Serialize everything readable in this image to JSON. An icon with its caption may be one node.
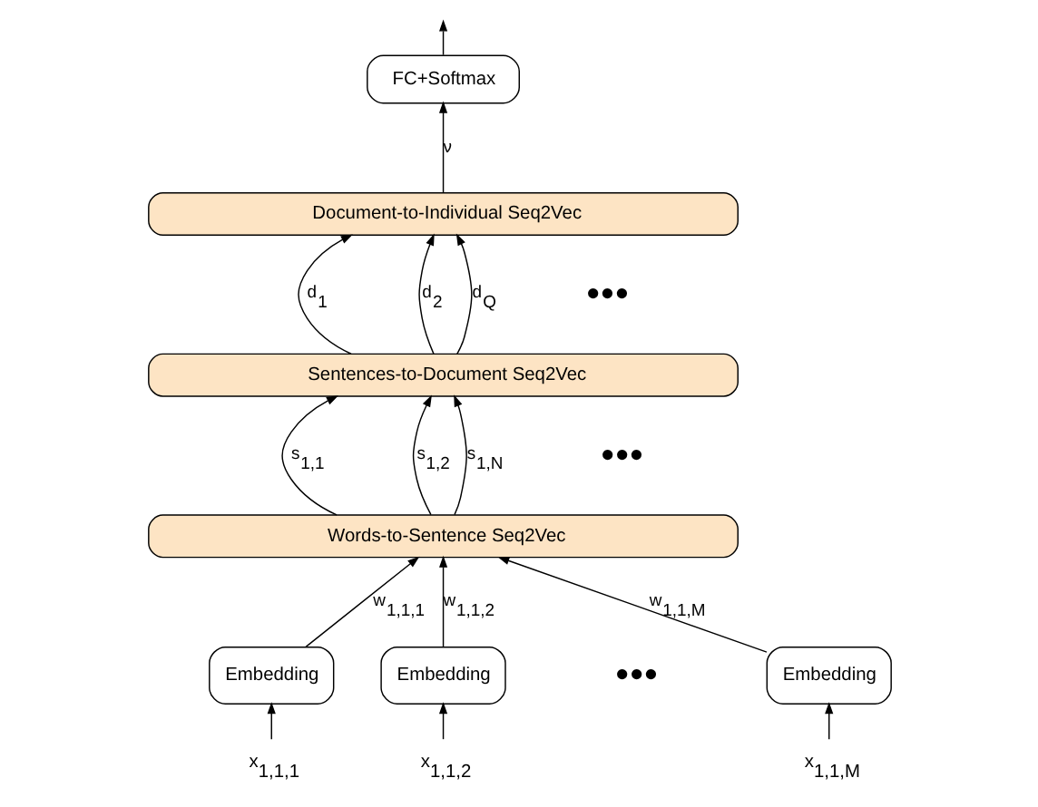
{
  "diagram": {
    "nodes": [
      {
        "text": [
          "FC+Softmax"
        ]
      },
      {
        "text": [
          "Document-to-Individual Seq2Vec"
        ]
      },
      {
        "text": [
          "Sentences-to-Document Seq2Vec"
        ]
      },
      {
        "text": [
          "Words-to-Sentence Seq2Vec"
        ]
      },
      {
        "text": [
          "Embedding"
        ]
      },
      {
        "text": [
          "Embedding"
        ]
      },
      {
        "text": [
          "Embedding"
        ]
      },
      {
        "text": [
          "x$_{1,1,1}$"
        ]
      },
      {
        "text": [
          "x$_{1,1,2}$"
        ]
      },
      {
        "text": [
          "x$_{1,1,M}$"
        ]
      }
    ],
    "edges": [
      {
        "from": 7,
        "to": 4,
        "arrow": "to"
      },
      {
        "from": 8,
        "to": 5,
        "arrow": "to"
      },
      {
        "from": 9,
        "to": 6,
        "arrow": "to"
      },
      {
        "from": 4,
        "to": 3,
        "arrow": "to",
        "label": "w$_{1,1,1}$"
      },
      {
        "from": 5,
        "to": 3,
        "arrow": "to",
        "label": "w$_{1,1,2}$"
      },
      {
        "from": 6,
        "to": 3,
        "arrow": "to",
        "label": "w$_{1,1,M}$"
      },
      {
        "from": 3,
        "to": 2,
        "arrow": "to",
        "label": "s$_{1,1}$"
      },
      {
        "from": 3,
        "to": 2,
        "arrow": "to",
        "label": "s$_{1,2}$"
      },
      {
        "from": 3,
        "to": 2,
        "arrow": "to",
        "label": "s$_{1,N}$"
      },
      {
        "from": 2,
        "to": 1,
        "arrow": "to",
        "label": "d$_{1}$"
      },
      {
        "from": 2,
        "to": 1,
        "arrow": "to",
        "label": "d$_{2}$"
      },
      {
        "from": 2,
        "to": 1,
        "arrow": "to",
        "label": "d$_{Q}$"
      },
      {
        "from": 1,
        "to": 0,
        "arrow": "to",
        "label": "ν"
      },
      {
        "from": 0,
        "to": null,
        "arrow": "to"
      }
    ],
    "labels": [
      "●●●",
      "●●●",
      "●●●"
    ]
  }
}
